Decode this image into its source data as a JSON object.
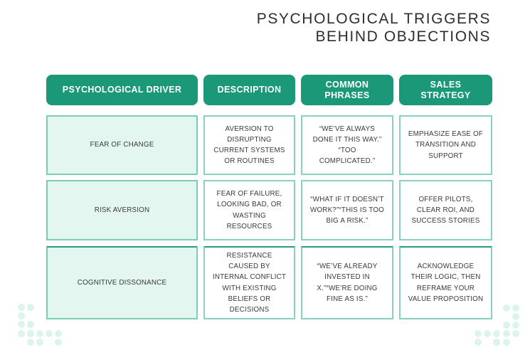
{
  "title_lines": [
    "PSYCHOLOGICAL TRIGGERS",
    "BEHIND OBJECTIONS"
  ],
  "chart_data": {
    "type": "table",
    "title": "PSYCHOLOGICAL TRIGGERS BEHIND OBJECTIONS",
    "columns": [
      "PSYCHOLOGICAL DRIVER",
      "DESCRIPTION",
      "COMMON PHRASES",
      "SALES STRATEGY"
    ],
    "rows": [
      [
        "FEAR OF CHANGE",
        "AVERSION TO DISRUPTING CURRENT SYSTEMS OR ROUTINES",
        "“WE’VE ALWAYS DONE IT THIS WAY.” “TOO COMPLICATED.”",
        "EMPHASIZE EASE OF TRANSITION AND SUPPORT"
      ],
      [
        "RISK AVERSION",
        "FEAR OF FAILURE, LOOKING BAD, OR WASTING RESOURCES",
        "“WHAT IF IT DOESN’T WORK?”“THIS IS TOO BIG A RISK.”",
        "OFFER PILOTS, CLEAR ROI, AND SUCCESS STORIES"
      ],
      [
        "COGNITIVE DISSONANCE",
        "RESISTANCE CAUSED BY INTERNAL CONFLICT WITH EXISTING BELIEFS OR DECISIONS",
        "“WE’VE ALREADY INVESTED IN X.”“WE’RE DOING FINE AS IS.”",
        "ACKNOWLEDGE THEIR LOGIC, THEN REFRAME YOUR VALUE PROPOSITION"
      ]
    ],
    "layout": {
      "header_fill": "green",
      "first_column_fill": "mint",
      "grid": "separated-cells"
    }
  },
  "colors": {
    "header_green": "#1A9878",
    "cell_border_teal": "#8AD0C2",
    "cell_border_dark_teal": "#2A9A80",
    "first_column_mint": "#E3F6F0",
    "dot_mint": "#DCF4EC",
    "title_text": "#2D2D2D",
    "body_text": "#3A3A3A"
  }
}
